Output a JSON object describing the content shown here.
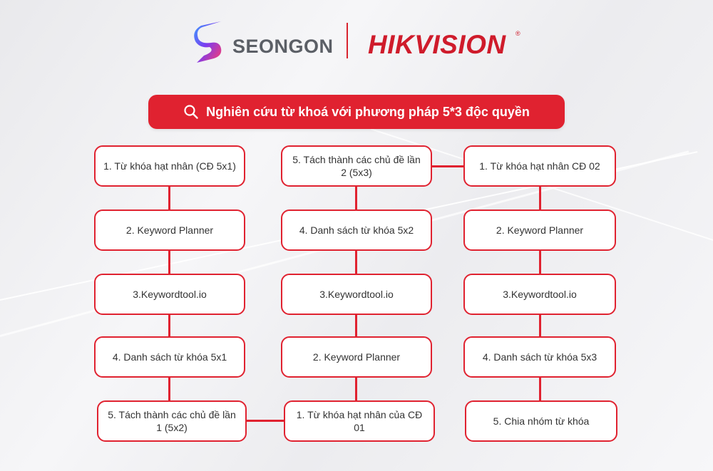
{
  "header": {
    "brand_left": "SEONGON",
    "brand_right": "HIKVISION",
    "brand_right_mark": "®"
  },
  "title": "Nghiên cứu từ khoá với phương pháp 5*3 độc quyền",
  "icons": {
    "title_icon": "search-icon",
    "brand_left_icon": "seongon-logo-icon"
  },
  "colors": {
    "accent": "#e02230",
    "text": "#333333",
    "brand_gray": "#5b5f66"
  },
  "diagram": {
    "col1": [
      "1. Từ khóa hạt nhân (CĐ 5x1)",
      "2. Keyword Planner",
      "3.Keywordtool.io",
      "4. Danh sách từ khóa 5x1",
      "5. Tách thành các chủ đề lần 1 (5x2)"
    ],
    "col2": [
      "5. Tách thành các chủ đề lần 2 (5x3)",
      "4. Danh sách từ khóa 5x2",
      "3.Keywordtool.io",
      "2. Keyword Planner",
      "1. Từ khóa hạt nhân của CĐ 01"
    ],
    "col3": [
      "1. Từ khóa hạt nhân CĐ 02",
      "2. Keyword Planner",
      "3.Keywordtool.io",
      "4. Danh sách từ khóa 5x3",
      "5. Chia nhóm từ khóa"
    ]
  }
}
